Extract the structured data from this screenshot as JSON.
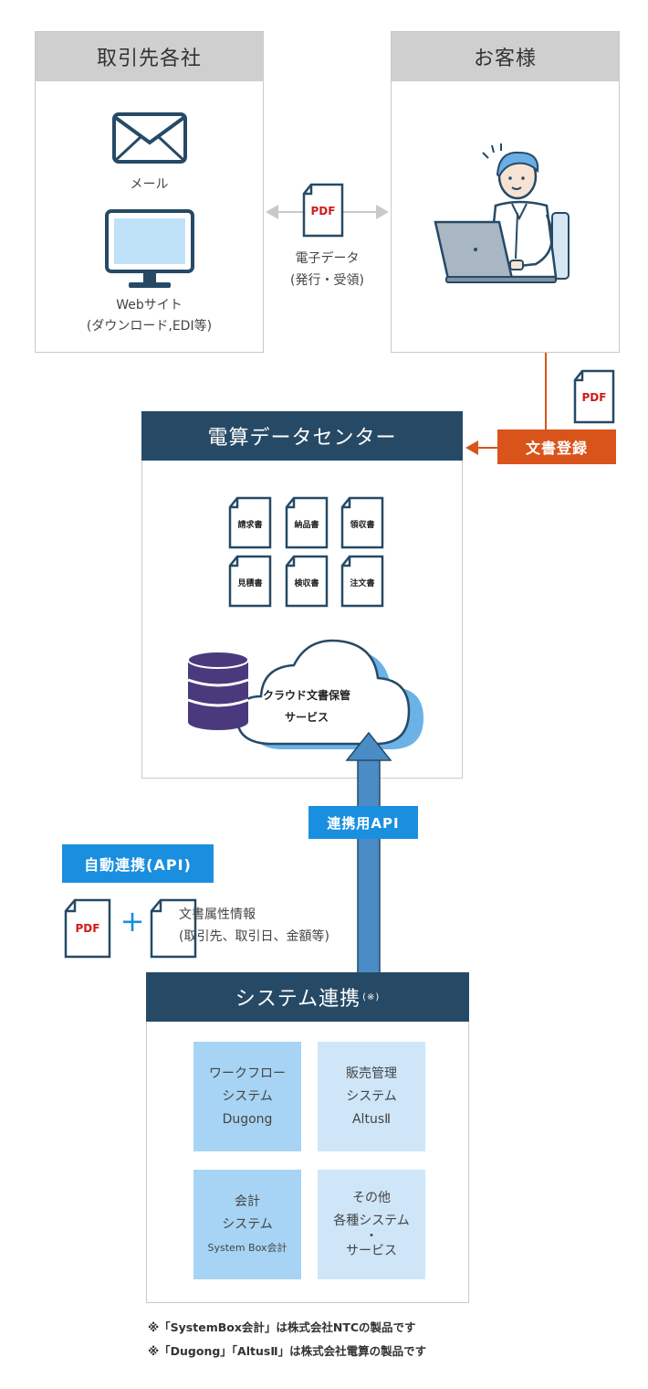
{
  "partners": {
    "title": "取引先各社",
    "mail_label": "メール",
    "web_label": "Webサイト",
    "web_sub": "(ダウンロード,EDI等)"
  },
  "customer": {
    "title": "お客様"
  },
  "exchange": {
    "pdf": "PDF",
    "label": "電子データ",
    "sub": "(発行・受領)"
  },
  "upload": {
    "pdf": "PDF",
    "label": "文書登録"
  },
  "datacenter": {
    "title": "電算データセンター",
    "documents": [
      "請求書",
      "納品書",
      "領収書",
      "見積書",
      "検収書",
      "注文書"
    ],
    "cloud_line1": "クラウド文書保管",
    "cloud_line2": "サービス"
  },
  "api": {
    "label": "連携用API"
  },
  "auto": {
    "label": "自動連携(API)",
    "pdf": "PDF",
    "plus": "+",
    "attr_line1": "文書属性情報",
    "attr_line2": "(取引先、取引日、金額等)"
  },
  "system": {
    "title": "システム連携",
    "title_note": "(※)",
    "boxes": [
      {
        "line1": "ワークフロー",
        "line2": "システム",
        "line3": "Dugong"
      },
      {
        "line1": "販売管理",
        "line2": "システム",
        "line3": "AltusⅡ"
      },
      {
        "line1": "会計",
        "line2": "システム",
        "line3": "System Box会計"
      },
      {
        "line1": "その他",
        "line2": "各種システム",
        "line3": "・",
        "line4": "サービス"
      }
    ]
  },
  "footnotes": [
    "※「SystemBox会計」は株式会社NTCの製品です",
    "※「Dugong」「AltusⅡ」は株式会社電算の製品です"
  ],
  "colors": {
    "navy": "#264a66",
    "blue": "#1a8fe0",
    "orange": "#d9541b",
    "light_blue": "#a7d4f4",
    "pale_blue": "#cfe6f8",
    "purple": "#4a3a7d"
  }
}
